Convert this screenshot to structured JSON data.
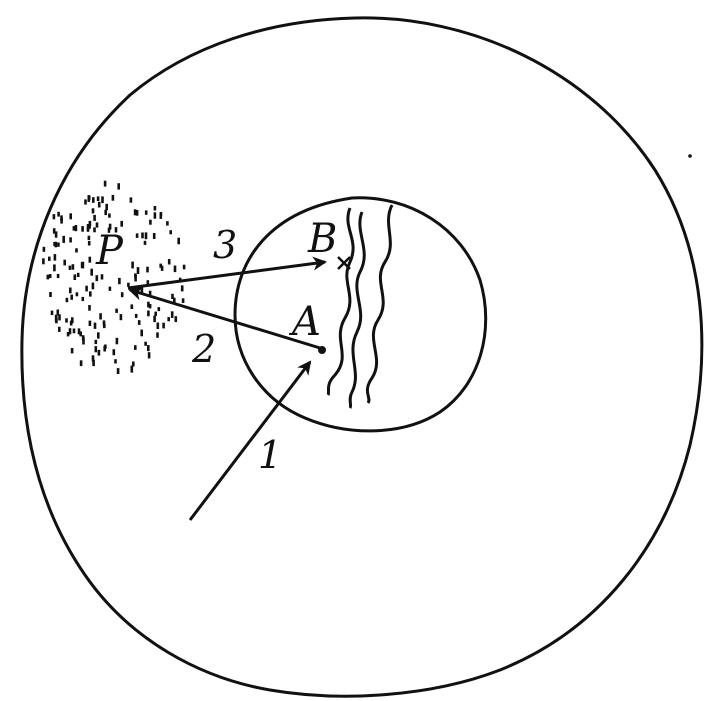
{
  "labels": {
    "point_p": "P",
    "point_a": "A",
    "point_b": "B",
    "arrow_1": "1",
    "arrow_2": "2",
    "arrow_3": "3"
  },
  "colors": {
    "ink": "#111111",
    "background": "#ffffff"
  },
  "icons": {
    "dot_cluster": "stippled-dot-cluster",
    "cross_mark": "x-mark"
  }
}
